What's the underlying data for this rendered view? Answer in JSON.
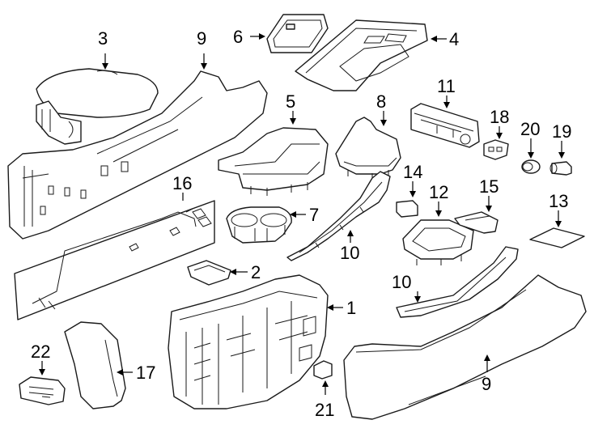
{
  "diagram": {
    "callouts": [
      {
        "id": "c1",
        "label": "1"
      },
      {
        "id": "c2",
        "label": "2"
      },
      {
        "id": "c3",
        "label": "3"
      },
      {
        "id": "c4",
        "label": "4"
      },
      {
        "id": "c5",
        "label": "5"
      },
      {
        "id": "c6",
        "label": "6"
      },
      {
        "id": "c7",
        "label": "7"
      },
      {
        "id": "c8",
        "label": "8"
      },
      {
        "id": "c9a",
        "label": "9"
      },
      {
        "id": "c9b",
        "label": "9"
      },
      {
        "id": "c10a",
        "label": "10"
      },
      {
        "id": "c10b",
        "label": "10"
      },
      {
        "id": "c11",
        "label": "11"
      },
      {
        "id": "c12",
        "label": "12"
      },
      {
        "id": "c13",
        "label": "13"
      },
      {
        "id": "c14",
        "label": "14"
      },
      {
        "id": "c15",
        "label": "15"
      },
      {
        "id": "c16",
        "label": "16"
      },
      {
        "id": "c17",
        "label": "17"
      },
      {
        "id": "c18",
        "label": "18"
      },
      {
        "id": "c19",
        "label": "19"
      },
      {
        "id": "c20",
        "label": "20"
      },
      {
        "id": "c21",
        "label": "21"
      },
      {
        "id": "c22",
        "label": "22"
      }
    ]
  }
}
